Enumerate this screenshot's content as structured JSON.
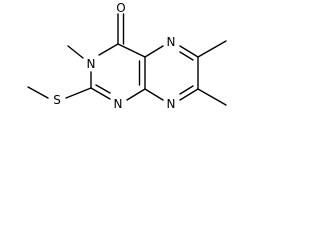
{
  "molecule": {
    "atoms": {
      "o_carbonyl": "O",
      "n3": "N",
      "n5": "N",
      "n1": "N",
      "n8": "N",
      "s": "S"
    },
    "colors": {
      "bond": "#000000",
      "label": "#000000",
      "background": "#ffffff"
    }
  }
}
